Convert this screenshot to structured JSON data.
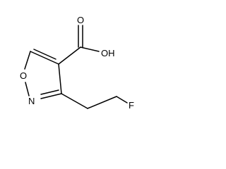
{
  "molecule": {
    "atoms": {
      "carbonyl_oxygen": "O",
      "hydroxyl": "OH",
      "ring_oxygen": "O",
      "ring_nitrogen": "N",
      "fluorine": "F"
    }
  },
  "colors": {
    "bond": "#000000",
    "text": "#000000",
    "background": "#ffffff"
  }
}
